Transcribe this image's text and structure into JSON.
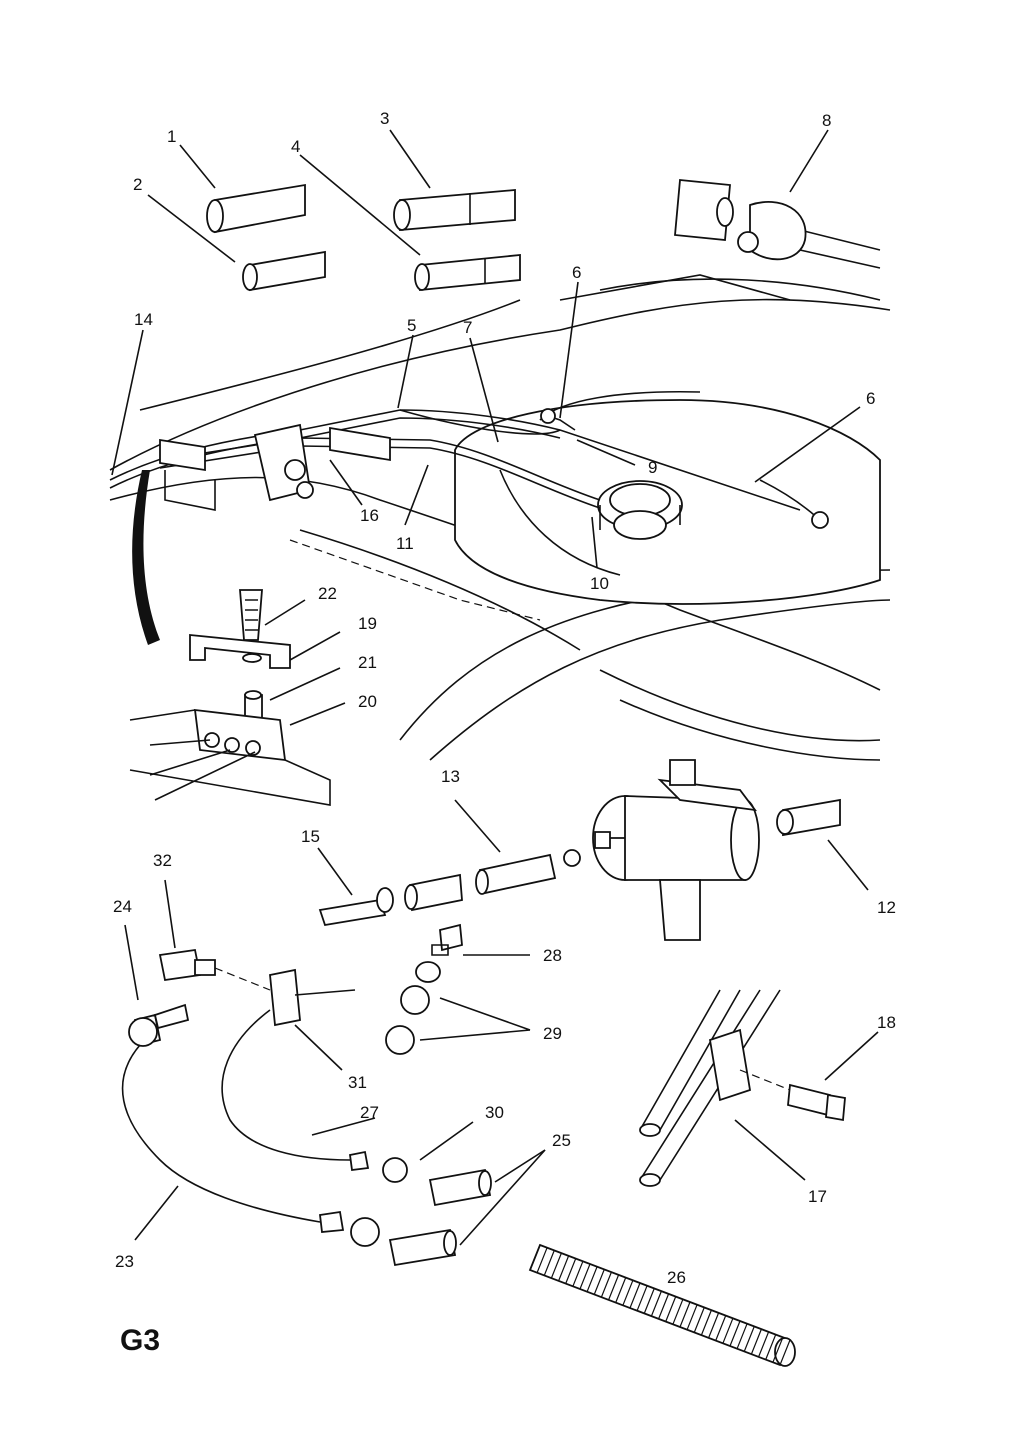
{
  "section_code": "G3",
  "callouts": [
    "1",
    "2",
    "3",
    "4",
    "5",
    "6",
    "6",
    "7",
    "8",
    "9",
    "10",
    "11",
    "12",
    "13",
    "14",
    "15",
    "16",
    "17",
    "18",
    "19",
    "20",
    "21",
    "22",
    "23",
    "24",
    "25",
    "26",
    "27",
    "28",
    "29",
    "30",
    "31",
    "32"
  ]
}
